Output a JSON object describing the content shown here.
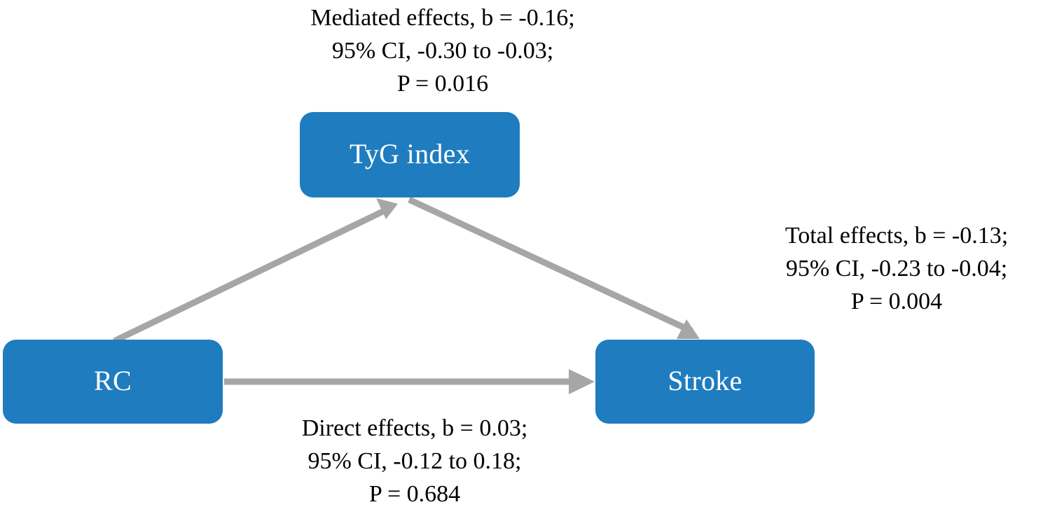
{
  "figure": {
    "type": "mediation-path-diagram",
    "description": "Mediation analysis path diagram: RC to Stroke mediated by TyG index",
    "colors": {
      "node_fill": "#1F7CBF",
      "node_text": "#FFFFFF",
      "arrow": "#A6A6A6",
      "annotation_text": "#000000",
      "background": "#FFFFFF"
    }
  },
  "nodes": {
    "mediator": {
      "id": "tyg",
      "label": "TyG index"
    },
    "predictor": {
      "id": "rc",
      "label": "RC"
    },
    "outcome": {
      "id": "stroke",
      "label": "Stroke"
    }
  },
  "paths": [
    {
      "id": "mediated",
      "from": "RC",
      "via": "TyG index",
      "to": "Stroke",
      "effect_type": "Mediated effects",
      "b": -0.16,
      "ci_lower": -0.3,
      "ci_upper": -0.03,
      "p": 0.016,
      "lines": [
        "Mediated effects, b = -0.16;",
        "95% CI, -0.30 to -0.03;",
        "P = 0.016"
      ]
    },
    {
      "id": "total",
      "from": "RC",
      "to": "Stroke",
      "effect_type": "Total effects",
      "b": -0.13,
      "ci_lower": -0.23,
      "ci_upper": -0.04,
      "p": 0.004,
      "lines": [
        "Total effects, b = -0.13;",
        "95% CI, -0.23 to -0.04;",
        "P = 0.004"
      ]
    },
    {
      "id": "direct",
      "from": "RC",
      "to": "Stroke",
      "effect_type": "Direct effects",
      "b": 0.03,
      "ci_lower": -0.12,
      "ci_upper": 0.18,
      "p": 0.684,
      "lines": [
        "Direct effects, b = 0.03;",
        "95% CI, -0.12 to 0.18;",
        "P = 0.684"
      ]
    }
  ],
  "annotations": {
    "mediated": {
      "line1": "Mediated effects, b = -0.16;",
      "line2": "95% CI, -0.30 to -0.03;",
      "line3": "P = 0.016"
    },
    "total": {
      "line1": "Total effects, b = -0.13;",
      "line2": "95% CI, -0.23 to -0.04;",
      "line3": "P = 0.004"
    },
    "direct": {
      "line1": "Direct effects, b = 0.03;",
      "line2": "95% CI, -0.12 to 0.18;",
      "line3": "P = 0.684"
    }
  },
  "arrows": {
    "rc_to_tyg": {
      "label": "arrow-rc-to-tyg",
      "direction": "up-right"
    },
    "tyg_to_stroke": {
      "label": "arrow-tyg-to-stroke",
      "direction": "down-right"
    },
    "rc_to_stroke": {
      "label": "arrow-rc-to-stroke",
      "direction": "right"
    }
  }
}
